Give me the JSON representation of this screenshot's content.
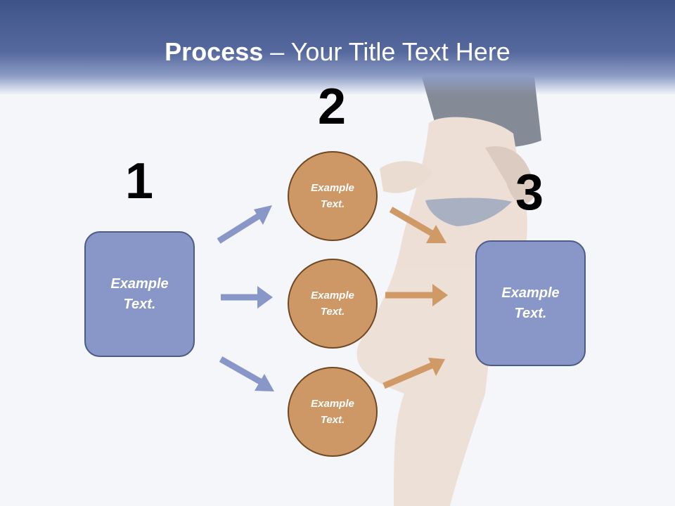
{
  "title": {
    "bold": "Process",
    "rest": " – Your Title Text Here"
  },
  "steps": [
    {
      "number": "1",
      "label": "Example\nText."
    },
    {
      "number": "2",
      "labels": [
        "Example\nText.",
        "Example\nText.",
        "Example\nText."
      ]
    },
    {
      "number": "3",
      "label": "Example\nText."
    }
  ],
  "colors": {
    "header": "#3e5488",
    "box_fill": "#8897c8",
    "box_border": "#4d5c86",
    "circle_fill": "#cd9865",
    "circle_border": "#6f4724",
    "arrow_blue": "#8897c8",
    "arrow_orange": "#cf9a66"
  }
}
